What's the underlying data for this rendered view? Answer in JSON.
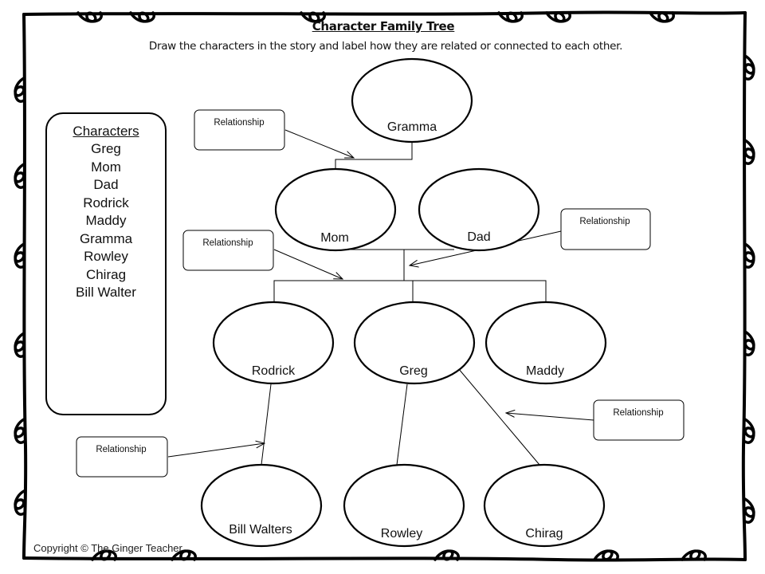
{
  "worksheet": {
    "title": "Character Family Tree",
    "instructions": "Draw the characters in the story and label how they are related or connected to each other."
  },
  "character_list": {
    "heading": "Characters",
    "names": [
      "Greg",
      "Mom",
      "Dad",
      "Rodrick",
      "Maddy",
      "Gramma",
      "Rowley",
      "Chirag",
      "Bill Walter"
    ]
  },
  "tree": {
    "nodes": [
      {
        "id": "gramma",
        "label": "Gramma"
      },
      {
        "id": "mom",
        "label": "Mom"
      },
      {
        "id": "dad",
        "label": "Dad"
      },
      {
        "id": "rodrick",
        "label": "Rodrick"
      },
      {
        "id": "greg",
        "label": "Greg"
      },
      {
        "id": "maddy",
        "label": "Maddy"
      },
      {
        "id": "bill-walters",
        "label": "Bill Walters"
      },
      {
        "id": "rowley",
        "label": "Rowley"
      },
      {
        "id": "chirag",
        "label": "Chirag"
      }
    ],
    "relationship_boxes": [
      {
        "id": "gramma-mom",
        "label": "Relationship"
      },
      {
        "id": "dad-children",
        "label": "Relationship"
      },
      {
        "id": "mom-children",
        "label": "Relationship"
      },
      {
        "id": "greg-chirag",
        "label": "Relationship"
      },
      {
        "id": "rodrick-bill",
        "label": "Relationship"
      }
    ]
  },
  "footer": {
    "copyright": "Copyright © The Ginger Teacher"
  }
}
